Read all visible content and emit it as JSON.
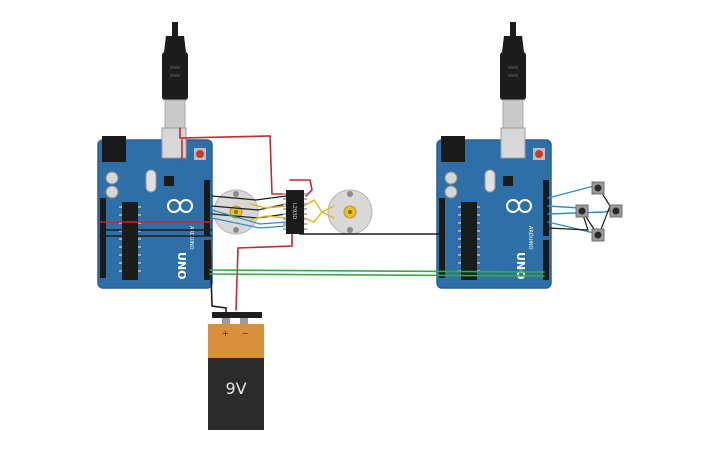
{
  "colors": {
    "board": "#2f6fa8",
    "board_dark": "#1f5688",
    "board_edge": "#2a5f92",
    "header": "#1a1a1a",
    "chip": "#1b1b1b",
    "usb_plug": "#1c1c1c",
    "usb_metal": "#c9c9c9",
    "wire_red": "#c8282e",
    "wire_black": "#1e1e1e",
    "wire_green": "#38a845",
    "wire_blue": "#2e8fc8",
    "wire_yellow": "#e8b41a",
    "motor_body": "#d8d8d8",
    "motor_hub": "#e6c22a",
    "battery_top": "#d8913a",
    "battery_bottom": "#2b2b2b",
    "reset_button": "#c53b32"
  },
  "boards": [
    {
      "id": "left",
      "logo_text": "UNO",
      "brand_text": "ARDUINO"
    },
    {
      "id": "right",
      "logo_text": "UNO",
      "brand_text": "ARDUINO"
    }
  ],
  "driver_chip": {
    "label": "L293D"
  },
  "battery": {
    "label": "9V",
    "plus_label": "+",
    "minus_label": "−"
  },
  "motors": [
    {
      "id": "motor-1"
    },
    {
      "id": "motor-2"
    }
  ],
  "buttons": [
    {
      "id": "button-top"
    },
    {
      "id": "button-left"
    },
    {
      "id": "button-right"
    },
    {
      "id": "button-bottom"
    }
  ]
}
